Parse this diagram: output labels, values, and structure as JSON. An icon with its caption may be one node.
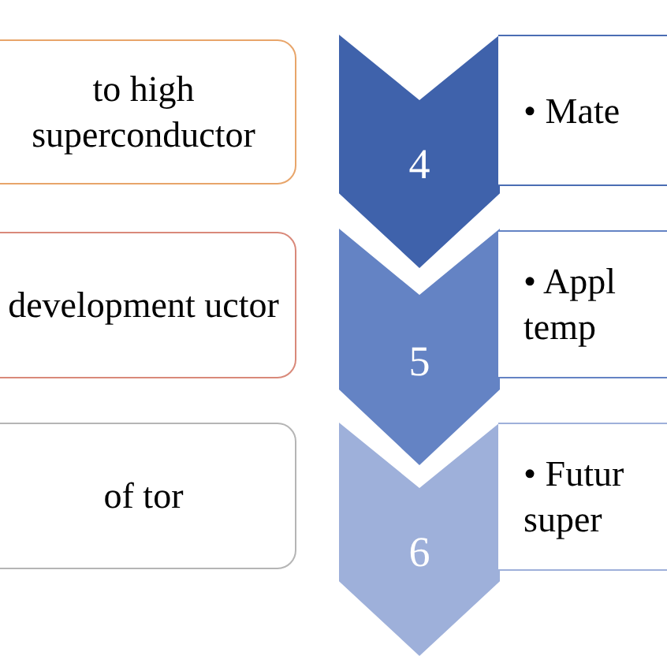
{
  "diagram": {
    "nodes": [
      {
        "text": [
          "to high superconductor"
        ]
      },
      {
        "text": [
          "development uctor"
        ]
      },
      {
        "text": [
          "of tor"
        ]
      },
      {
        "text": [
          "4"
        ]
      },
      {
        "text": [
          "5"
        ]
      },
      {
        "text": [
          "6"
        ]
      },
      {
        "text": [
          "• Mate"
        ]
      },
      {
        "text": [
          "• Appl temp"
        ]
      },
      {
        "text": [
          "• Futur super"
        ]
      }
    ]
  }
}
